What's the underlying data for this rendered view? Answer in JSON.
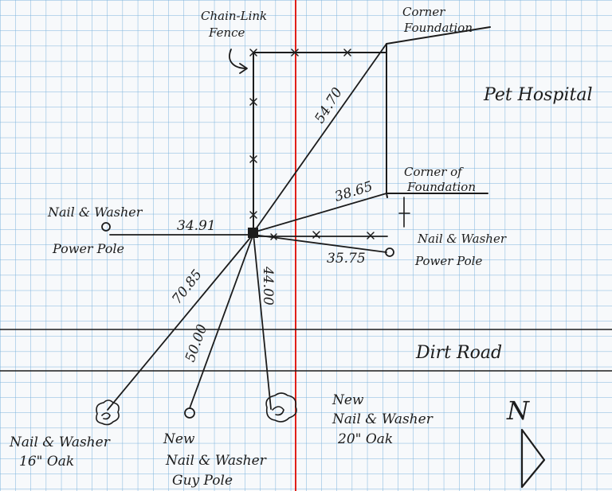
{
  "labels": {
    "chain_link_fence": [
      "Chain-Link",
      "Fence"
    ],
    "corner_foundation_top": [
      "Corner",
      "Foundation"
    ],
    "pet_hospital": "Pet Hospital",
    "corner_of_foundation": [
      "Corner of",
      "Foundation"
    ],
    "nail_washer_west_pole": [
      "Nail & Washer",
      "Power Pole"
    ],
    "nail_washer_east_pole": [
      "Nail & Washer",
      "Power Pole"
    ],
    "dirt_road": "Dirt Road",
    "oak_16": [
      "Nail & Washer",
      "16\" Oak"
    ],
    "guy_pole": [
      "New",
      "Nail & Washer",
      "Guy Pole"
    ],
    "oak_20": [
      "New",
      "Nail & Washer",
      "20\" Oak"
    ],
    "north": "N"
  },
  "measurements": {
    "to_corner_foundation": "54.70",
    "to_corner_of_foundation": "38.65",
    "to_west_power_pole": "34.91",
    "to_east_power_pole": "35.75",
    "to_16_oak": "70.85",
    "to_guy_pole": "50.00",
    "to_20_oak": "44.00"
  },
  "colors": {
    "grid": "#7cb3dc",
    "ink": "#1c1c1c",
    "red_line": "#e0201a",
    "paper": "#f7f9fb"
  }
}
